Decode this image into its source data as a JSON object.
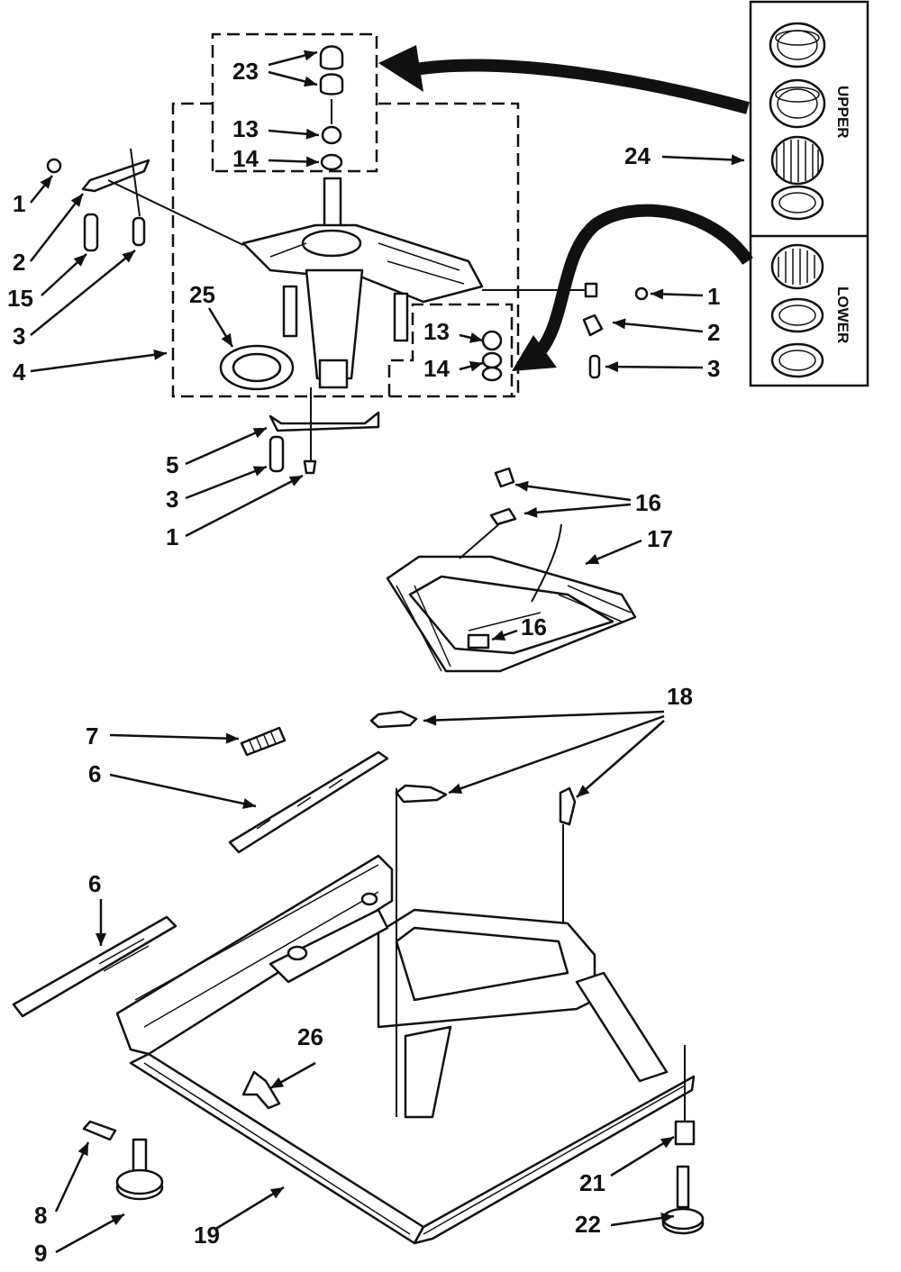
{
  "labels": {
    "l1a": "1",
    "l2a": "2",
    "l15": "15",
    "l3a": "3",
    "l4": "4",
    "l25": "25",
    "l23": "23",
    "l13a": "13",
    "l14a": "14",
    "l13b": "13",
    "l14b": "14",
    "l1b": "1",
    "l2b": "2",
    "l3b": "3",
    "l24": "24",
    "l5": "5",
    "l3c": "3",
    "l1c": "1",
    "l16a": "16",
    "l17": "17",
    "l16b": "16",
    "l18": "18",
    "l7": "7",
    "l6a": "6",
    "l6b": "6",
    "l26": "26",
    "l8": "8",
    "l9": "9",
    "l19": "19",
    "l21": "21",
    "l22": "22"
  },
  "kit_panel": {
    "upper_label": "UPPER",
    "lower_label": "LOWER"
  }
}
